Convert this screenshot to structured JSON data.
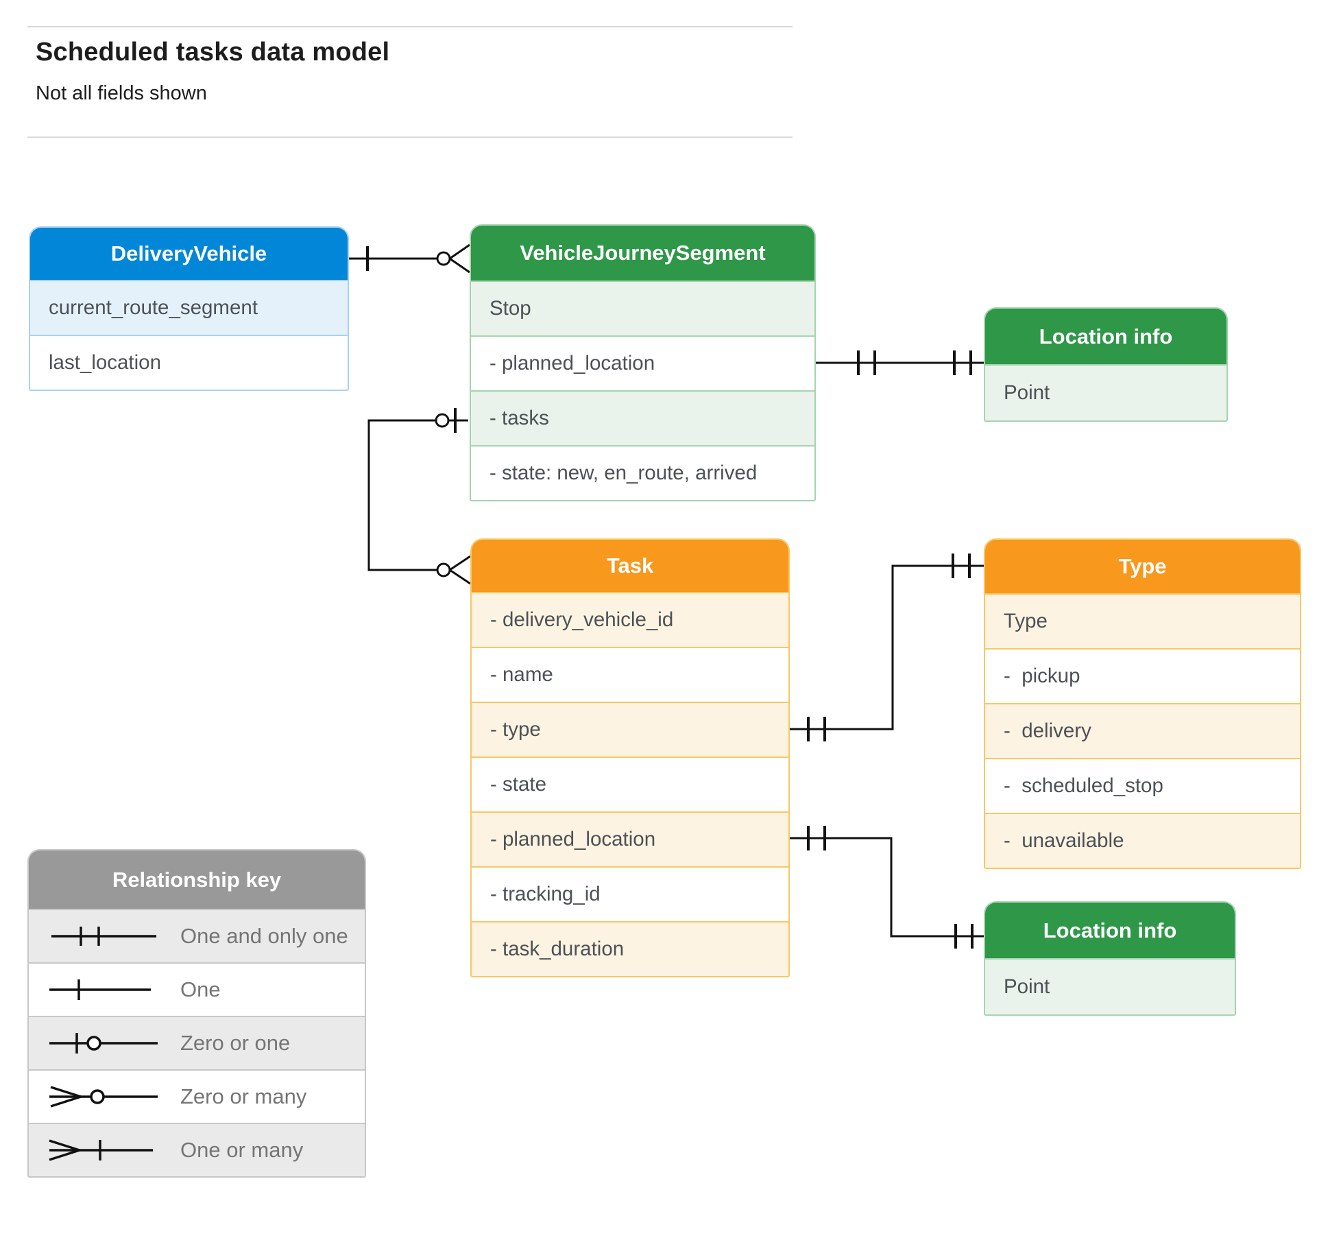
{
  "page": {
    "title": "Scheduled tasks data model",
    "subtitle": "Not all fields shown"
  },
  "colors": {
    "blue_header": "#0286D8",
    "green_header": "#2E9748",
    "orange_header": "#F8981D",
    "gray_header": "#999999",
    "blue_tint": "#E4F1FB",
    "green_tint": "#E9F3EC",
    "orange_tint": "#FDF3E2",
    "gray_tint": "#EAEAEA",
    "line": "#111111"
  },
  "entities": {
    "delivery_vehicle": {
      "title": "DeliveryVehicle",
      "rows": [
        "current_route_segment",
        "last_location"
      ]
    },
    "vehicle_journey_segment": {
      "title": "VehicleJourneySegment",
      "rows": [
        "Stop",
        "- planned_location",
        "- tasks",
        "- state: new, en_route, arrived"
      ]
    },
    "location_info_1": {
      "title": "Location info",
      "rows": [
        "Point"
      ]
    },
    "task": {
      "title": "Task",
      "rows": [
        "- delivery_vehicle_id",
        "- name",
        "- type",
        "- state",
        "- planned_location",
        "- tracking_id",
        "- task_duration"
      ]
    },
    "type": {
      "title": "Type",
      "rows": [
        "Type",
        "-  pickup",
        "-  delivery",
        "-  scheduled_stop",
        "-  unavailable"
      ]
    },
    "location_info_2": {
      "title": "Location info",
      "rows": [
        "Point"
      ]
    }
  },
  "relationships": [
    {
      "from": "DeliveryVehicle",
      "from_cardinality": "one",
      "to": "VehicleJourneySegment",
      "to_cardinality": "zero-or-many"
    },
    {
      "from": "VehicleJourneySegment.tasks",
      "from_cardinality": "zero-or-one",
      "to": "Task",
      "to_cardinality": "zero-or-many"
    },
    {
      "from": "VehicleJourneySegment.planned_location",
      "from_cardinality": "one-and-only-one",
      "to": "Location info",
      "to_cardinality": "one-and-only-one"
    },
    {
      "from": "Task.type",
      "from_cardinality": "one-and-only-one",
      "to": "Type",
      "to_cardinality": "one-and-only-one"
    },
    {
      "from": "Task.planned_location",
      "from_cardinality": "one-and-only-one",
      "to": "Location info",
      "to_cardinality": "one-and-only-one"
    }
  ],
  "legend": {
    "title": "Relationship key",
    "items": [
      {
        "symbol": "one-and-only-one",
        "label": "One and only one"
      },
      {
        "symbol": "one",
        "label": "One"
      },
      {
        "symbol": "zero-or-one",
        "label": "Zero or one"
      },
      {
        "symbol": "zero-or-many",
        "label": "Zero or many"
      },
      {
        "symbol": "one-or-many",
        "label": "One or many"
      }
    ]
  }
}
